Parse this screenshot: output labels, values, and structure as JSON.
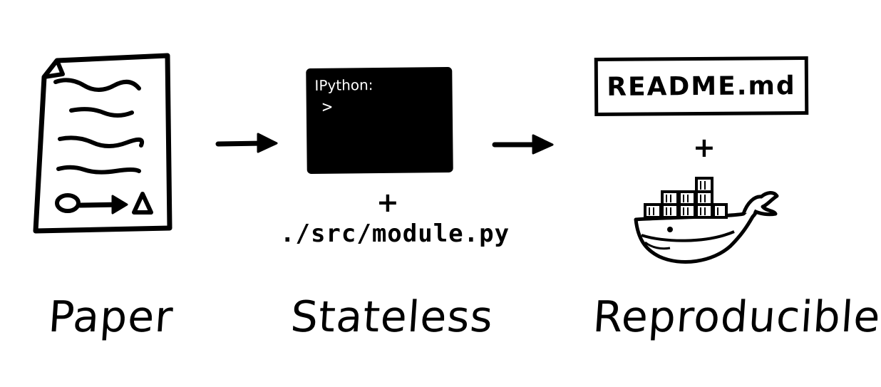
{
  "stages": [
    {
      "label": "Paper"
    },
    {
      "label": "Stateless"
    },
    {
      "label": "Reproducible"
    }
  ],
  "paper": {
    "formula": "O→Δ"
  },
  "terminal": {
    "title": "IPython:",
    "prompt": ">"
  },
  "stateless_extra": {
    "plus": "+",
    "path": "./src/module.py"
  },
  "reproducible_extra": {
    "readme": "README.md",
    "plus": "+"
  }
}
